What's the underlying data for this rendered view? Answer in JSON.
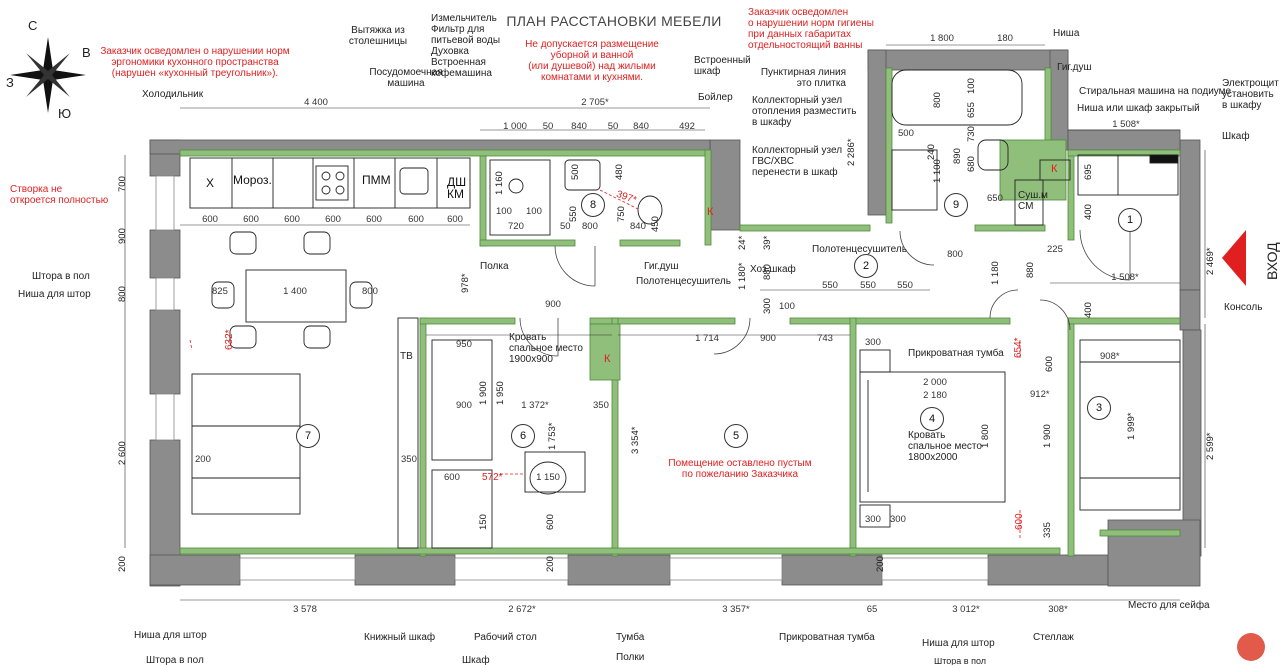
{
  "title": "ПЛАН РАССТАНОВКИ МЕБЕЛИ",
  "compass": {
    "n": "С",
    "e": "В",
    "s": "Ю",
    "w": "З"
  },
  "notes": {
    "kitchen": "Заказчик осведомлен о нарушении норм\nэргономики кухонного пространства\n(нарушен «кухонный треугольник»).",
    "bath_above": "Не допускается размещение\nуборной и ванной\n(или душевой) над жилыми\nкомнатами и кухнями.",
    "hygiene": "Заказчик осведомлен\nо нарушении норм гигиены\nпри данных габаритах\nотдельностоящий ванны",
    "window_sash": "Створка не\nоткроется полностью",
    "empty_room": "Помещение оставлено пустым\nпо пожеланию Заказчика"
  },
  "labels": {
    "fridge": "Холодильник",
    "hood": "Вытяжка из\nстолешницы",
    "dishwasher": "Посудомоечная\nмашина",
    "appliances": "Измельчитель\nФильтр для\nпитьевой воды\nДуховка\nВстроенная\nкофемашина",
    "built_in_closet": "Встроенный\nшкаф",
    "boiler": "Бойлер",
    "dotted_line": "Пунктирная линия\nэто плитка",
    "heating_collector": "Коллекторный узел\nотопления разместить\nв шкафу",
    "water_collector": "Коллекторный узел\nГВС/ХВС\nперенести в шкаф",
    "niche": "Ниша",
    "hyg_shower_top": "Гиг.душ",
    "wm_podium": "Стиральная машина на подиуме",
    "niche_closet": "Ниша или шкаф закрытый",
    "electric_counter": "Электрощит\nустановить\nв шкафу",
    "closet": "Шкаф",
    "towel_dryer_hall": "Полотенцесушитель",
    "entrance": "ВХОД",
    "utility_closet": "Хоз.шкаф",
    "shelf": "Полка",
    "hyg_shower": "Гиг.душ",
    "towel_dryer_bath": "Полотенцесушитель",
    "curtain_floor_l": "Штора в пол",
    "curtain_niche_l": "Ниша для штор",
    "bed_single": "Кровать\nспальное место\n1900х900",
    "bed_double": "Кровать\nспальное место\n1800х2000",
    "bedside_table": "Прикроватная тумба",
    "console": "Консоль",
    "tv": "ТВ",
    "safe_place": "Место для сейфа",
    "niche_curtains_b1": "Ниша для штор",
    "curtain_floor_b1": "Штора в пол",
    "bookcase": "Книжный шкаф",
    "desk": "Рабочий стол",
    "cabinet_b": "Шкаф",
    "nightstand_b": "Тумба",
    "shelves_b": "Полки",
    "bedside_b": "Прикроватная тумба",
    "niche_curtains_b2": "Ниша для штор",
    "rack": "Стеллаж",
    "curtain_floor_b2": "Штора в пол",
    "dryer_wm": "Суш.м\nСМ",
    "k": "К"
  },
  "fixtures": {
    "x": "Х",
    "freezer": "Мороз.",
    "pmm": "ПММ",
    "dsh": "ДШ\nКМ"
  },
  "rooms": [
    "1",
    "2",
    "3",
    "4",
    "5",
    "6",
    "7",
    "8",
    "9"
  ],
  "dims": {
    "d4400": "4 400",
    "d2705": "2 705*",
    "d1000": "1 000",
    "d50a": "50",
    "d840a": "840",
    "d50b": "50",
    "d840b": "840",
    "d492": "492",
    "d1800": "1 800",
    "d180": "180",
    "d1508a": "1 508*",
    "d1508b": "1 508*",
    "d2286": "2 286*",
    "k600_1": "600",
    "k600_2": "600",
    "k600_3": "600",
    "k600_4": "600",
    "k600_5": "600",
    "k600_6": "600",
    "k600_7": "600",
    "b1160": "1 160",
    "b100a": "100",
    "b100b": "100",
    "b720": "720",
    "b500": "500",
    "b480": "480",
    "b550": "550",
    "b800": "800",
    "b397": "397*",
    "b750": "750",
    "b840c": "840",
    "b450": "450",
    "b50c": "50",
    "r800": "800",
    "r655": "655",
    "r100": "100",
    "r500": "500",
    "r240": "240",
    "r1100": "1 100",
    "r890": "890",
    "r680": "680",
    "r730": "730",
    "r650": "650",
    "r695": "695",
    "r400a": "400",
    "r400b": "400",
    "r225": "225",
    "l700": "700",
    "l900": "900",
    "l800": "800",
    "l2600": "2 600",
    "l200": "200",
    "l978": "978*",
    "t825": "825",
    "t1400": "1 400",
    "t800": "800",
    "t632": "632*",
    "h24": "24*",
    "h39": "39*",
    "h1180a": "1 180*",
    "h880": "880",
    "h300": "300",
    "h100": "100",
    "h550a": "550",
    "h550b": "550",
    "h550c": "550",
    "h800": "800",
    "h1180b": "1 180",
    "h880b": "880",
    "h2469": "2 469*",
    "c900a": "900",
    "c1714": "1 714",
    "c900b": "900",
    "c743": "743",
    "c300a": "300",
    "c300b": "300",
    "c654": "654*",
    "c600": "600",
    "c908": "908*",
    "c912": "912*",
    "c1999": "1 999*",
    "c2599": "2 599*",
    "b6_950": "950",
    "b6_900": "900",
    "b6_1900": "1 900",
    "b6_1950": "1 950",
    "b6_1372": "1 372*",
    "b6_350a": "350",
    "b6_1753": "1 753*",
    "b6_350b": "350",
    "b6_572": "572*",
    "b6_1150": "1 150",
    "b6_600a": "600",
    "b6_150": "150",
    "b6_600b": "600",
    "b6_200": "200",
    "b6_3354": "3 354*",
    "b4_2000": "2 000",
    "b4_2180": "2 180",
    "b4_1800": "1 800",
    "b4_1900": "1 900",
    "b4_600": "600",
    "b4_335": "335",
    "b4_300": "300",
    "bot3578": "3 578",
    "bot2672": "2 672*",
    "bot3357": "3 357*",
    "bot65": "65",
    "bot3012": "3 012*",
    "bot308": "308*",
    "lb200": "200",
    "lb_200b": "200"
  }
}
